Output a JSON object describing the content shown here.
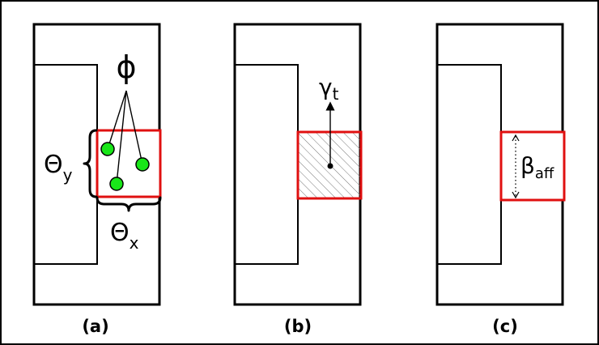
{
  "panels": [
    {
      "caption": "(a)",
      "symbols": {
        "phi": "ϕ",
        "theta_y_main": "Θ",
        "theta_y_sub": "y",
        "theta_x_main": "Θ",
        "theta_x_sub": "x"
      },
      "point_color": "#19e619"
    },
    {
      "caption": "(b)",
      "symbols": {
        "gamma_main": "γ",
        "gamma_sub": "t"
      }
    },
    {
      "caption": "(c)",
      "symbols": {
        "beta_main": "β",
        "beta_sub": "aff"
      }
    }
  ],
  "colors": {
    "roi_border": "#e01010",
    "outline": "#000000"
  }
}
